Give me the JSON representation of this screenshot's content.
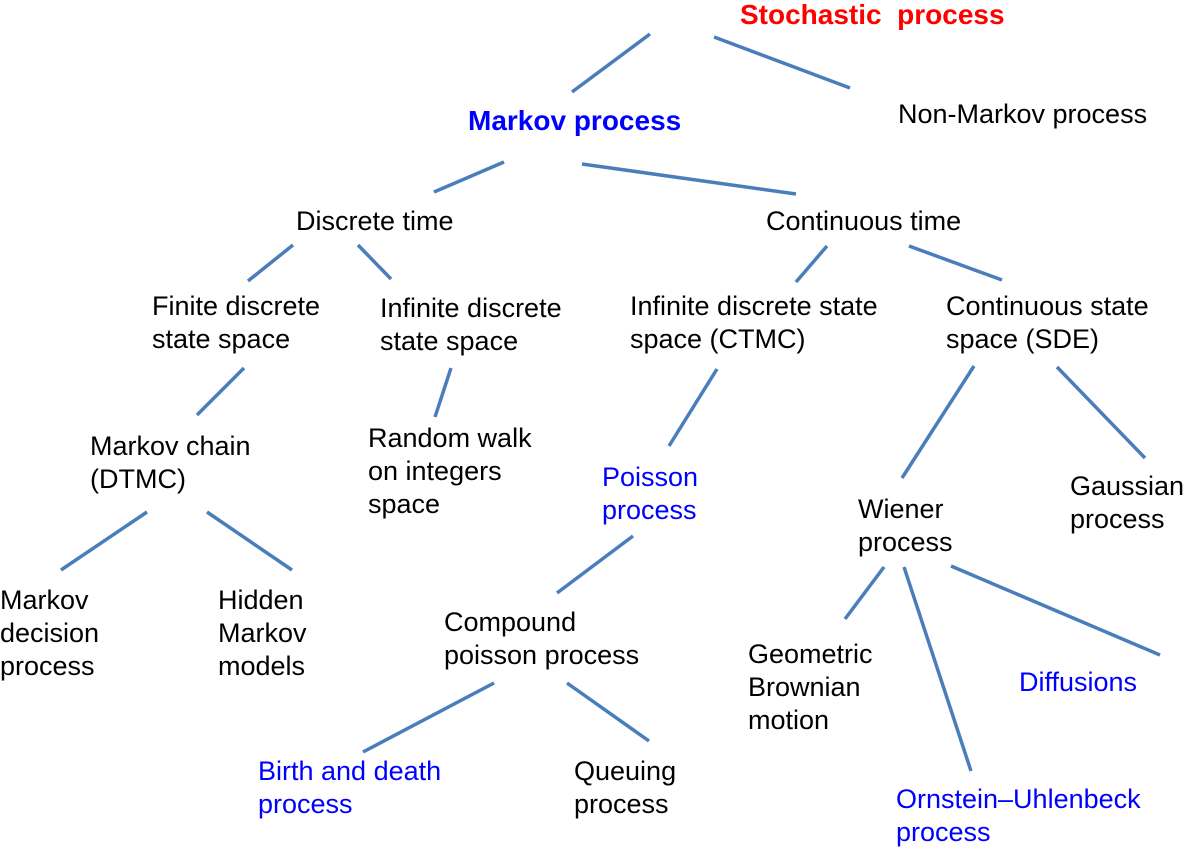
{
  "title": "Stochastic process taxonomy",
  "colors": {
    "edge": "#4a7ebb",
    "root": "#ff0000",
    "highlight": "#0000ff",
    "default": "#000000"
  },
  "nodes": {
    "stochastic": {
      "lines": [
        "Stochastic  process"
      ],
      "color": "root"
    },
    "markov": {
      "lines": [
        "Markov process"
      ],
      "color": "highlight"
    },
    "non_markov": {
      "lines": [
        "Non-Markov process"
      ],
      "color": "default"
    },
    "discrete_time": {
      "lines": [
        "Discrete time"
      ],
      "color": "default"
    },
    "continuous_time": {
      "lines": [
        "Continuous time"
      ],
      "color": "default"
    },
    "finite_discrete": {
      "lines": [
        "Finite discrete",
        "state space"
      ],
      "color": "default"
    },
    "infinite_discrete": {
      "lines": [
        "Infinite discrete",
        "state space"
      ],
      "color": "default"
    },
    "ctmc": {
      "lines": [
        "Infinite discrete state",
        "space (CTMC)"
      ],
      "color": "default"
    },
    "sde": {
      "lines": [
        "Continuous state",
        "space (SDE)"
      ],
      "color": "default"
    },
    "markov_chain": {
      "lines": [
        "Markov chain",
        "(DTMC)"
      ],
      "color": "default"
    },
    "random_walk": {
      "lines": [
        "Random walk",
        "on integers",
        "space"
      ],
      "color": "default"
    },
    "poisson": {
      "lines": [
        "Poisson",
        "process"
      ],
      "color": "highlight"
    },
    "wiener": {
      "lines": [
        "Wiener",
        "process"
      ],
      "color": "default"
    },
    "gaussian": {
      "lines": [
        "Gaussian",
        "process"
      ],
      "color": "default"
    },
    "mdp": {
      "lines": [
        "Markov",
        "decision",
        "process"
      ],
      "color": "default"
    },
    "hmm": {
      "lines": [
        "Hidden",
        "Markov",
        "models"
      ],
      "color": "default"
    },
    "compound_poisson": {
      "lines": [
        "Compound",
        "poisson process"
      ],
      "color": "default"
    },
    "gbm": {
      "lines": [
        "Geometric",
        "Brownian",
        "motion"
      ],
      "color": "default"
    },
    "diffusions": {
      "lines": [
        "Diffusions"
      ],
      "color": "highlight"
    },
    "birth_death": {
      "lines": [
        "Birth and death",
        "process"
      ],
      "color": "highlight"
    },
    "queuing": {
      "lines": [
        "Queuing",
        "process"
      ],
      "color": "default"
    },
    "ornstein": {
      "lines": [
        "Ornstein–Uhlenbeck",
        "process"
      ],
      "color": "highlight"
    }
  },
  "edges": [
    [
      "stochastic",
      "markov"
    ],
    [
      "stochastic",
      "non_markov"
    ],
    [
      "markov",
      "discrete_time"
    ],
    [
      "markov",
      "continuous_time"
    ],
    [
      "discrete_time",
      "finite_discrete"
    ],
    [
      "discrete_time",
      "infinite_discrete"
    ],
    [
      "continuous_time",
      "ctmc"
    ],
    [
      "continuous_time",
      "sde"
    ],
    [
      "finite_discrete",
      "markov_chain"
    ],
    [
      "infinite_discrete",
      "random_walk"
    ],
    [
      "ctmc",
      "poisson"
    ],
    [
      "sde",
      "wiener"
    ],
    [
      "sde",
      "gaussian"
    ],
    [
      "markov_chain",
      "mdp"
    ],
    [
      "markov_chain",
      "hmm"
    ],
    [
      "poisson",
      "compound_poisson"
    ],
    [
      "compound_poisson",
      "birth_death"
    ],
    [
      "compound_poisson",
      "queuing"
    ],
    [
      "wiener",
      "gbm"
    ],
    [
      "wiener",
      "ornstein"
    ],
    [
      "wiener",
      "diffusions"
    ]
  ]
}
